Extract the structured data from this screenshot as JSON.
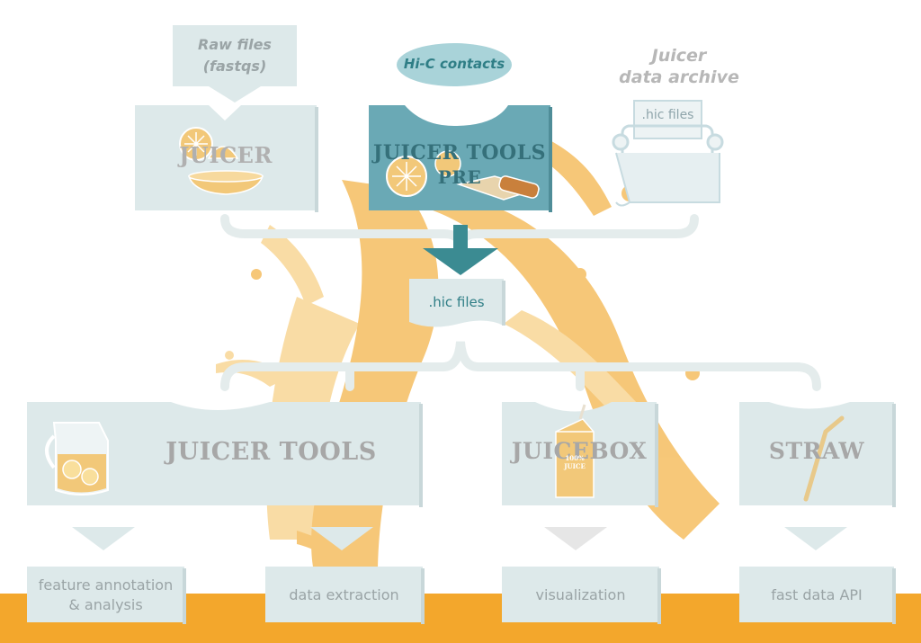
{
  "colors": {
    "box_fill": "#dde9ea",
    "box_fill_dark": "#6aa9b5",
    "juice": "#f6c26a",
    "juice_light": "#f9d99c",
    "bracket": "#e4ecec",
    "arrow_teal": "#3b8b92",
    "bottom_bar": "#f3a72c",
    "label_gray": "#a7a7a7"
  },
  "inputs": {
    "raw_files_line1": "Raw files",
    "raw_files_line2": "(fastqs)",
    "hic_contacts": "Hi-C contacts",
    "archive_line1": "Juicer",
    "archive_line2": "data archive",
    "archive_card": ".hic files"
  },
  "top_tools": {
    "juicer": "JUICER",
    "juicer_tools_pre_line1": "JUICER TOOLS",
    "juicer_tools_pre_line2": "PRE"
  },
  "middle": {
    "hic_files": ".hic files"
  },
  "bottom_tools": {
    "juicer_tools": "JUICER TOOLS",
    "juicebox": "JUICEBOX",
    "straw": "STRAW",
    "carton_text_1": "100%",
    "carton_text_2": "JUICE"
  },
  "outputs": {
    "feature_line1": "feature annotation",
    "feature_line2": "& analysis",
    "data_extraction": "data extraction",
    "visualization": "visualization",
    "fast_data_api": "fast data API"
  },
  "icons": [
    "lemon-squeezer-icon",
    "lemon-knife-icon",
    "rolodex-icon",
    "lemonade-pitcher-icon",
    "juice-carton-icon",
    "straw-icon"
  ]
}
